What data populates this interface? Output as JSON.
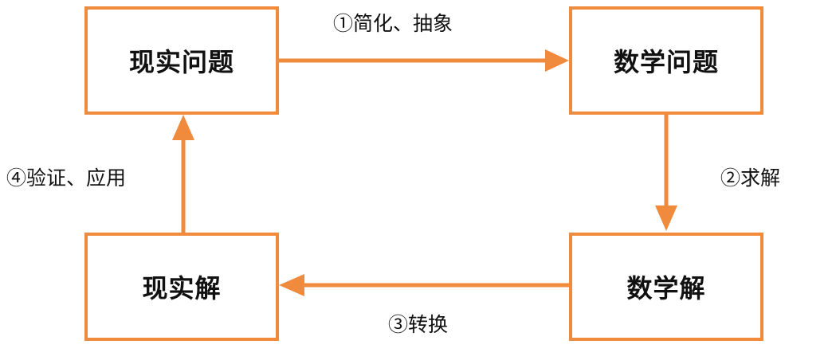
{
  "colors": {
    "accent": "#f08a3c",
    "text": "#111111"
  },
  "nodes": {
    "real_problem": "现实问题",
    "math_problem": "数学问题",
    "math_solution": "数学解",
    "real_solution": "现实解"
  },
  "edges": {
    "step1": "①简化、抽象",
    "step2": "②求解",
    "step3": "③转换",
    "step4": "④验证、应用"
  }
}
